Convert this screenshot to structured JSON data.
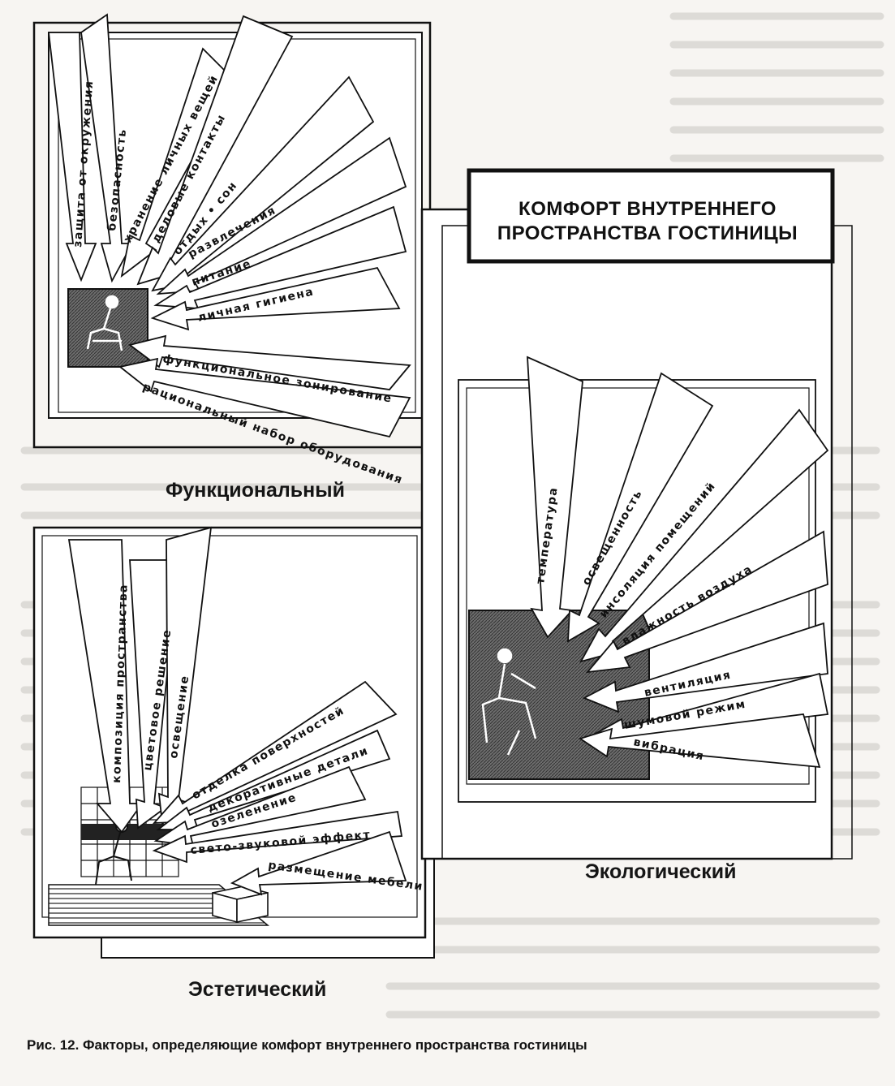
{
  "title_box": {
    "line1": "КОМФОРТ ВНУТРЕННЕГО",
    "line2": "ПРОСТРАНСТВА ГОСТИНИЦЫ"
  },
  "panels": {
    "functional": {
      "heading": "Функциональный",
      "factors": [
        "защита от окружения",
        "безопасность",
        "хранение личных вещей",
        "деловые контакты",
        "отдых • сон",
        "развлечения",
        "питание",
        "личная гигиена",
        "функциональное зонирование",
        "рациональный набор оборудования"
      ]
    },
    "aesthetic": {
      "heading": "Эстетический",
      "factors": [
        "композиция пространства",
        "цветовое решение",
        "освещение",
        "отделка поверхностей",
        "декоративные детали",
        "озеленение",
        "свето-звуковой эффект",
        "размещение мебели"
      ]
    },
    "ecological": {
      "heading": "Экологический",
      "factors": [
        "температура",
        "освещенность",
        "инсоляция помещений",
        "влажность воздуха",
        "вентиляция",
        "шумовой режим",
        "вибрация"
      ]
    }
  },
  "caption": "Рис. 12. Факторы, определяющие комфорт внутреннего пространства гостиницы"
}
